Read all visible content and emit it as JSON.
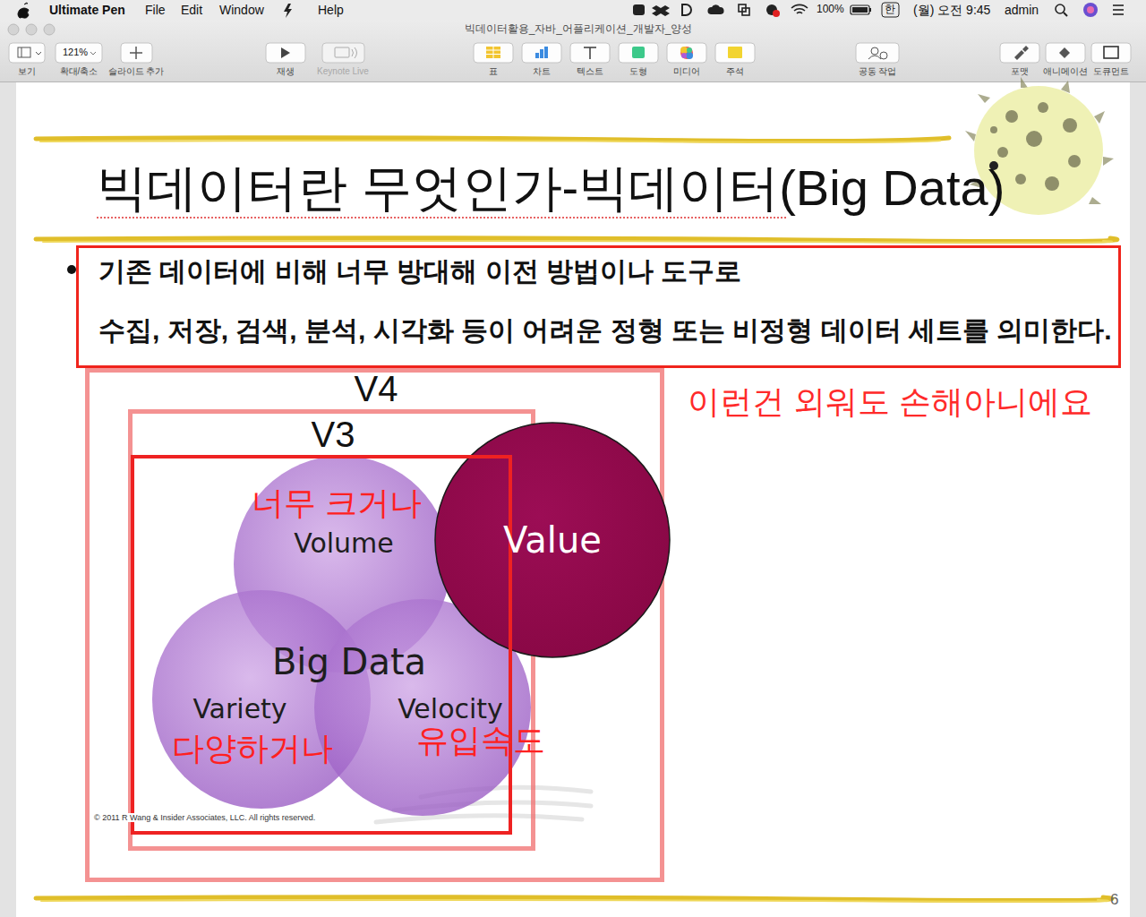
{
  "diagram": {
    "title": "빅데이터란 무엇인가-빅데이터(Big Data)",
    "nodes": [
      {
        "text": [
          "기존 데이터에 비해 너무 방대해 이전 방법이나 도구로",
          "수집, 저장, 검색, 분석, 시각화 등이 어려운 정형 또는 비정형 데이터 세트를 의미한다."
        ]
      },
      {
        "text": [
          "V4"
        ]
      },
      {
        "text": [
          "V3"
        ],
        "in": 1
      },
      {
        "text": [
          "너무 크거나",
          "Volume"
        ],
        "in": 2
      },
      {
        "text": [
          "Variety",
          "다양하거나"
        ],
        "in": 2
      },
      {
        "text": [
          "Velocity",
          "유입속도"
        ],
        "in": 2
      },
      {
        "text": [
          "Value"
        ],
        "in": 1
      }
    ],
    "labels": [
      "Ultimate Pen",
      "File",
      "Edit",
      "Window",
      "Help",
      "100%",
      "한",
      "(월) 오전 9:45",
      "admin",
      "빅데이터활용_자바_어플리케이션_개발자_양성",
      "121%",
      "보기",
      "확대/축소",
      "슬라이드 추가",
      "재생",
      "Keynote Live",
      "표",
      "차트",
      "텍스트",
      "도형",
      "미디어",
      "주석",
      "공동 작업",
      "포맷",
      "애니메이션",
      "도큐먼트",
      "이런건 외워도 손해아니에요",
      "Big Data",
      "© 2011 R Wang & Insider Associates, LLC. All rights reserved.",
      "6"
    ]
  }
}
